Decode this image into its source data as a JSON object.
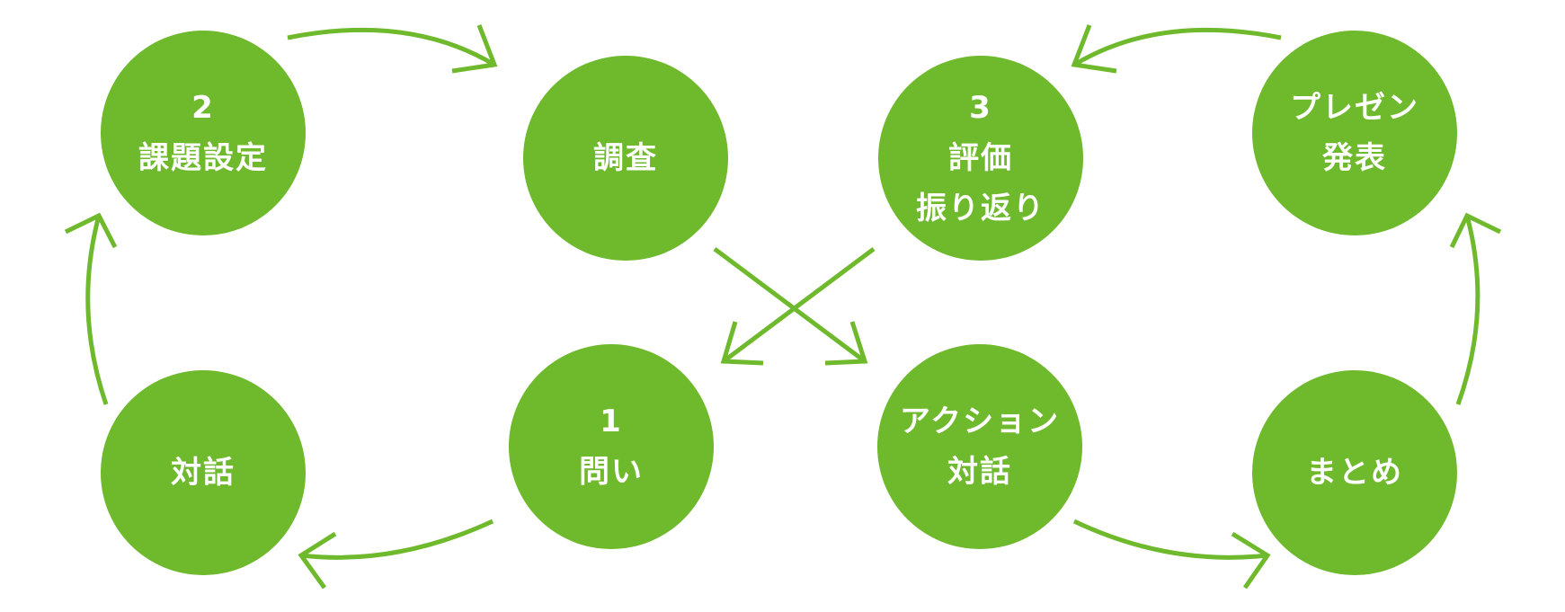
{
  "theme": {
    "accent": "#6fb92c",
    "background": "#ffffff"
  },
  "nodes": {
    "taiwa1": {
      "lines": [
        "対話"
      ]
    },
    "kadai": {
      "lines": [
        "2",
        "課題設定"
      ]
    },
    "toi": {
      "lines": [
        "1",
        "問い"
      ]
    },
    "chosa": {
      "lines": [
        "調査"
      ]
    },
    "hyoka": {
      "lines": [
        "3",
        "評価",
        "振り返り"
      ]
    },
    "action": {
      "lines": [
        "アクション",
        "対話"
      ]
    },
    "present": {
      "lines": [
        "プレゼン",
        "発表"
      ]
    },
    "matome": {
      "lines": [
        "まとめ"
      ]
    }
  },
  "flow": [
    [
      "toi",
      "taiwa1"
    ],
    [
      "taiwa1",
      "kadai"
    ],
    [
      "kadai",
      "chosa"
    ],
    [
      "chosa",
      "action"
    ],
    [
      "action",
      "matome"
    ],
    [
      "matome",
      "present"
    ],
    [
      "present",
      "hyoka"
    ],
    [
      "hyoka",
      "toi"
    ]
  ]
}
